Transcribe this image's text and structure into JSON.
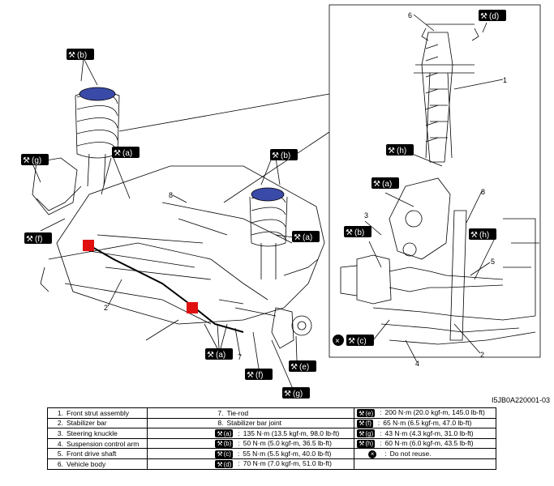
{
  "diagram": {
    "callouts": [
      {
        "id": "b1",
        "label": "(b)"
      },
      {
        "id": "g1",
        "label": "(g)"
      },
      {
        "id": "a1",
        "label": "(a)"
      },
      {
        "id": "b2",
        "label": "(b)"
      },
      {
        "id": "f1",
        "label": "(f)"
      },
      {
        "id": "a2",
        "label": "(a)"
      },
      {
        "id": "a3",
        "label": "(a)"
      },
      {
        "id": "f2",
        "label": "(f)"
      },
      {
        "id": "e1",
        "label": "(e)"
      },
      {
        "id": "g2",
        "label": "(g)"
      },
      {
        "id": "d1",
        "label": "(d)"
      },
      {
        "id": "h1",
        "label": "(h)"
      },
      {
        "id": "a4",
        "label": "(a)"
      },
      {
        "id": "b3",
        "label": "(b)"
      },
      {
        "id": "h2",
        "label": "(h)"
      },
      {
        "id": "c1",
        "label": "(c)"
      }
    ],
    "part_numbers": [
      "8",
      "2",
      "7",
      "6",
      "1",
      "3",
      "8",
      "5",
      "2",
      "4"
    ],
    "ref_code": "I5JB0A220001-03",
    "colors": {
      "mount": "#3a4aa8",
      "bushing": "#e01010",
      "line": "#000000"
    }
  },
  "legend": {
    "items_left": [
      {
        "n": "1.",
        "text": "Front strut assembly"
      },
      {
        "n": "2.",
        "text": "Stabilizer bar"
      },
      {
        "n": "3.",
        "text": "Steering knuckle"
      },
      {
        "n": "4.",
        "text": "Suspension control arm"
      },
      {
        "n": "5.",
        "text": "Front drive shaft"
      },
      {
        "n": "6.",
        "text": "Vehicle body"
      }
    ],
    "items_mid": [
      {
        "n": "7.",
        "text": "Tie-rod"
      },
      {
        "n": "8.",
        "text": "Stabilizer bar joint"
      }
    ],
    "torques_mid": [
      {
        "key": "(a)",
        "value": "135 N·m (13.5 kgf-m, 98.0 lb-ft)"
      },
      {
        "key": "(b)",
        "value": "50 N·m (5.0 kgf-m, 36.5 lb-ft)"
      },
      {
        "key": "(c)",
        "value": "55 N·m (5.5 kgf-m, 40.0 lb-ft)"
      },
      {
        "key": "(d)",
        "value": "70 N·m (7.0 kgf-m, 51.0 lb-ft)"
      }
    ],
    "torques_right": [
      {
        "key": "(e)",
        "value": "200 N·m (20.0 kgf-m, 145.0 lb-ft)"
      },
      {
        "key": "(f)",
        "value": "65 N·m (6.5 kgf-m, 47.0 lb-ft)"
      },
      {
        "key": "(g)",
        "value": "43 N·m (4.3 kgf-m, 31.0 lb-ft)"
      },
      {
        "key": "(h)",
        "value": "60 N·m (6.0 kgf-m, 43.5 lb-ft)"
      }
    ],
    "do_not_reuse": "Do not reuse."
  }
}
